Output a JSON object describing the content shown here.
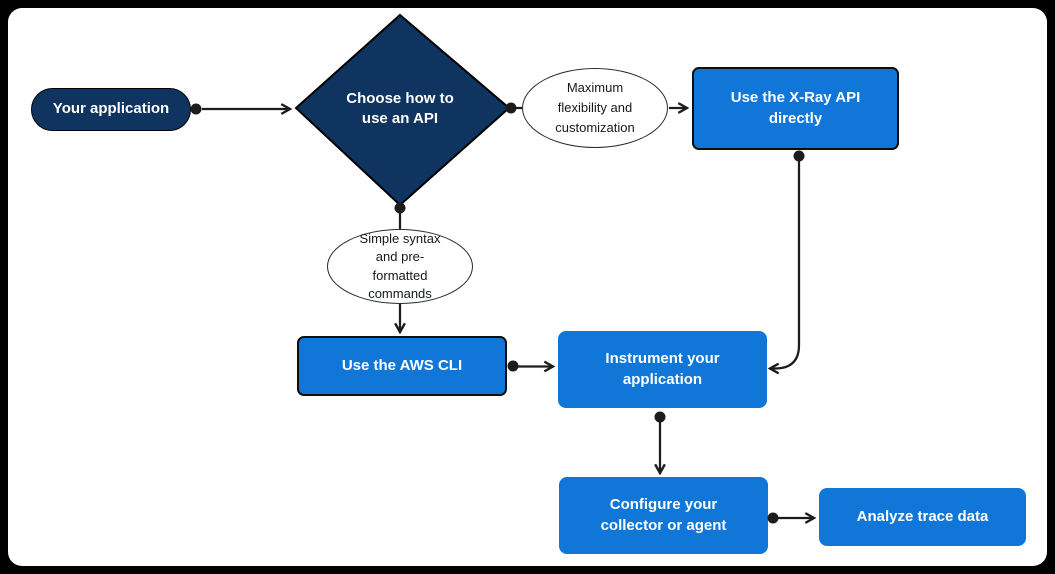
{
  "diagram": {
    "colors": {
      "navy": "#0f3460",
      "blue": "#1077d9",
      "line": "#1c1c1c",
      "frame": "#000000",
      "canvas": "#ffffff"
    },
    "nodes": {
      "your_application": {
        "label": "Your application",
        "shape": "pill"
      },
      "choose_api": {
        "label": "Choose how to\nuse an API",
        "shape": "diamond"
      },
      "max_flexibility": {
        "label": "Maximum\nflexibility and\ncustomization",
        "shape": "ellipse"
      },
      "xray_api": {
        "label": "Use the X-Ray API\ndirectly",
        "shape": "rect"
      },
      "simple_syntax": {
        "label": "Simple syntax\nand pre-\nformatted\ncommands",
        "shape": "ellipse"
      },
      "aws_cli": {
        "label": "Use the AWS CLI",
        "shape": "rect"
      },
      "instrument": {
        "label": "Instrument your\napplication",
        "shape": "rect"
      },
      "configure": {
        "label": "Configure your\ncollector or agent",
        "shape": "rect"
      },
      "analyze": {
        "label": "Analyze trace data",
        "shape": "rect"
      }
    },
    "edges": [
      {
        "from": "your_application",
        "to": "choose_api"
      },
      {
        "from": "choose_api",
        "to": "max_flexibility"
      },
      {
        "from": "max_flexibility",
        "to": "xray_api"
      },
      {
        "from": "choose_api",
        "to": "simple_syntax"
      },
      {
        "from": "simple_syntax",
        "to": "aws_cli"
      },
      {
        "from": "aws_cli",
        "to": "instrument"
      },
      {
        "from": "xray_api",
        "to": "instrument"
      },
      {
        "from": "instrument",
        "to": "configure"
      },
      {
        "from": "configure",
        "to": "analyze"
      }
    ]
  }
}
